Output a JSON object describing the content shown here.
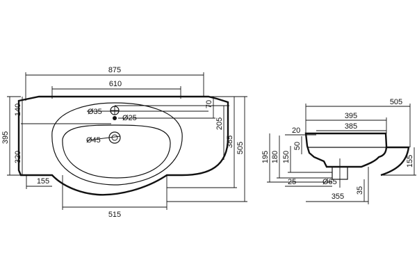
{
  "front": {
    "dim_overall_width": "875",
    "dim_inner_width": "610",
    "dim_bowl_width": "515",
    "dim_left_height": "395",
    "dim_left_upper": "140",
    "dim_left_lower": "320",
    "dim_right_depth": "385",
    "dim_right_far": "505",
    "dim_right_mid": "205",
    "dim_right_top": "70",
    "dim_bottom_left": "155",
    "dim_tap_hole": "Ø35",
    "dim_overflow": "Ø25",
    "dim_drain": "Ø45"
  },
  "side": {
    "dim_top_width": "505",
    "dim_mid_width": "395",
    "dim_inner_width": "385",
    "dim_lip": "20",
    "dim_height_195": "195",
    "dim_height_180": "180",
    "dim_height_150": "150",
    "dim_height_50": "50",
    "dim_right_155": "155",
    "dim_bottom_25": "25",
    "dim_waste": "Ø65",
    "dim_base_355": "355",
    "dim_base_35": "35"
  }
}
